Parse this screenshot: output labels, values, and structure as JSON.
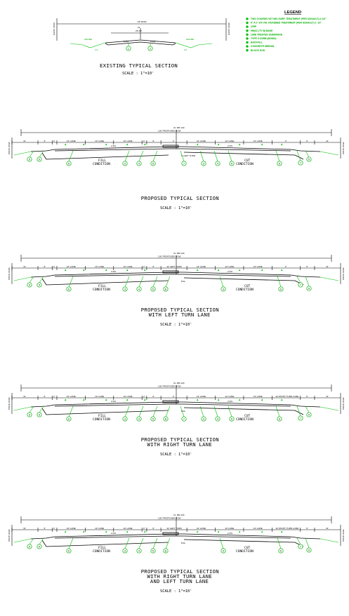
{
  "legend": {
    "title": "LEGEND",
    "items": [
      {
        "num": "1",
        "text": "TWO COURSE HOT MIX SURF. TREATMENT (PER ASSAULT)-4 1/2\""
      },
      {
        "num": "2",
        "text": "6\" A.T. VIX VIA. ROADBED TREATMENT (PER ASSAULT) 1 -10\""
      },
      {
        "num": "3",
        "text": "CRIP"
      },
      {
        "num": "4",
        "text": "HMAC (TY B) BASE"
      },
      {
        "num": "5",
        "text": "LIME TREATED SUBGRADE"
      },
      {
        "num": "6",
        "text": "TYPE II CURB (MOMO)"
      },
      {
        "num": "7",
        "text": "BACKFILL"
      },
      {
        "num": "8",
        "text": "CONCRETE MEDIAN"
      },
      {
        "num": "9",
        "text": "BLOCK SOD"
      }
    ]
  },
  "existing": {
    "title": "EXISTING TYPICAL SECTION",
    "scale": "SCALE : 1\"=10'",
    "row_label": "60' ROW",
    "inner_label": "26'-30'",
    "lane_label": "2L",
    "left_row": "EXIST. ROW",
    "right_row": "EXIST. ROW",
    "pct_left": "2.0%",
    "pct_right": "2.0%",
    "left_slope": "GRADE",
    "right_slope": "GRADE",
    "left_tag": "4:1",
    "right_tag": "4:1",
    "callouts": [
      "1",
      "2"
    ]
  },
  "sections": [
    {
      "title_lines": [
        "PROPOSED TYPICAL SECTION"
      ],
      "scale": "SCALE : 1\"=10'",
      "row_label": "130' PROPOSED ROW",
      "cl_label": "CL RM 120",
      "left_row": "PROP. ROW",
      "right_row": "PROP. ROW",
      "dims": [
        "11'",
        "6'",
        "2'",
        "12' LANE",
        "12' LANE",
        "12' LANE",
        "2'",
        "6'",
        "2'",
        "12' LANE",
        "12' LANE",
        "12' LANE",
        "2'",
        "6'",
        "11'"
      ],
      "left_cond": [
        "FILL",
        "CONDITION"
      ],
      "right_cond": [
        "CUT",
        "CONDITION"
      ],
      "callouts_left": [
        "9",
        "9",
        "6",
        "3",
        "4",
        "5"
      ],
      "callouts_right": [
        "7",
        "3",
        "4",
        "5",
        "6",
        "7",
        "9"
      ],
      "median_label": "6' LEFT TURN",
      "pct": "2.0%"
    },
    {
      "title_lines": [
        "PROPOSED TYPICAL SECTION",
        "WITH LEFT TURN LANE"
      ],
      "scale": "SCALE : 1\"=10'",
      "row_label": "130' PROPOSED ROW",
      "cl_label": "CL RM 120",
      "left_row": "PROP. ROW",
      "right_row": "PROP. ROW",
      "dims": [
        "11'",
        "6'",
        "2'",
        "12' LANE",
        "12' LANE",
        "12' LANE",
        "2'",
        "6'",
        "11' LEFT TURN",
        "12' LANE",
        "12' LANE",
        "12' LANE",
        "2'",
        "6'",
        "11'"
      ],
      "left_cond": [
        "FILL",
        "CONDITION"
      ],
      "right_cond": [
        "CUT",
        "CONDITION"
      ],
      "callouts_left": [
        "9",
        "9",
        "6",
        "3",
        "4",
        "5",
        "8"
      ],
      "callouts_right": [
        "3",
        "6",
        "7",
        "9"
      ],
      "median_label": "PGL",
      "pct": "2.0%"
    },
    {
      "title_lines": [
        "PROPOSED TYPICAL SECTION",
        "WITH RIGHT TURN LANE"
      ],
      "scale": "SCALE : 1\"=10'",
      "row_label": "130' PROPOSED ROW",
      "cl_label": "CL RM 120",
      "left_row": "PROP. ROW",
      "right_row": "PROP. ROW",
      "dims": [
        "11'",
        "6'",
        "2'",
        "12' LANE",
        "12' LANE",
        "12' LANE",
        "2'",
        "6'",
        "2'",
        "12' LANE",
        "12' LANE",
        "12' LANE",
        "12' RIGHT TURN LANE",
        "6'",
        "11'"
      ],
      "left_cond": [
        "FILL",
        "CONDITION"
      ],
      "right_cond": [
        "CUT",
        "CONDITION"
      ],
      "callouts_left": [
        "9",
        "9",
        "6",
        "3",
        "4",
        "5",
        "8"
      ],
      "callouts_right": [
        "7",
        "3",
        "4",
        "5",
        "6",
        "7",
        "9"
      ],
      "median_label": "PGL",
      "pct": "2.0%"
    },
    {
      "title_lines": [
        "PROPOSED TYPICAL SECTION",
        "WITH RIGHT TURN LANE",
        "AND LEFT TURN LANE"
      ],
      "scale": "SCALE : 1\"=10'",
      "row_label": "130' PROPOSED ROW",
      "cl_label": "CL RM 120",
      "left_row": "PROP. ROW",
      "right_row": "PROP. ROW",
      "dims": [
        "11'",
        "6'",
        "2'",
        "12' LANE",
        "12' LANE",
        "12' LANE",
        "2'",
        "6'",
        "11' LEFT TURN",
        "12' LANE",
        "12' LANE",
        "12' LANE",
        "12' RIGHT TURN LANE",
        "6'",
        "11'"
      ],
      "left_cond": [
        "FILL",
        "CONDITION"
      ],
      "right_cond": [
        "CUT",
        "CONDITION"
      ],
      "callouts_left": [
        "9",
        "9",
        "6",
        "3",
        "4",
        "5",
        "8"
      ],
      "callouts_right": [
        "3",
        "6",
        "7",
        "9"
      ],
      "median_label": "PGL",
      "pct": "2.0%"
    }
  ]
}
